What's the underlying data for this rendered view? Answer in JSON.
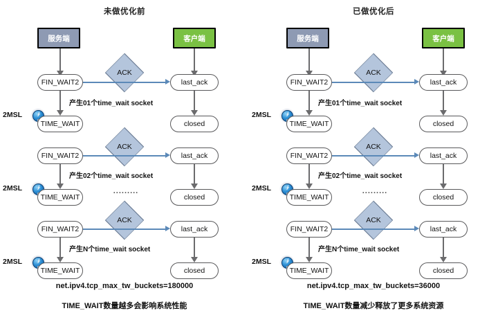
{
  "panels": [
    {
      "id": "before",
      "title": "未做优化前",
      "server_label": "服务端",
      "client_label": "客户端",
      "msl_label": "2MSL",
      "ack_label": "ACK",
      "ellipsis": ".........",
      "fin_wait_label": "FIN_WAIT2",
      "time_wait_label": "TIME_WAIT",
      "last_ack_label": "last_ack",
      "closed_label": "closed",
      "notes": [
        "产生01个time_wait socket",
        "产生02个time_wait socket",
        "产生N个time_wait socket"
      ],
      "sysctl": "net.ipv4.tcp_max_tw_buckets=180000",
      "summary": "TIME_WAIT数量越多会影响系统性能"
    },
    {
      "id": "after",
      "title": "已做优化后",
      "server_label": "服务端",
      "client_label": "客户端",
      "msl_label": "2MSL",
      "ack_label": "ACK",
      "ellipsis": ".........",
      "fin_wait_label": "FIN_WAIT2",
      "time_wait_label": "TIME_WAIT",
      "last_ack_label": "last_ack",
      "closed_label": "closed",
      "notes": [
        "产生01个time_wait socket",
        "产生02个time_wait socket",
        "产生N个time_wait socket"
      ],
      "sysctl": "net.ipv4.tcp_max_tw_buckets=36000",
      "summary": "TIME_WAIT数量减少释放了更多系统资源"
    }
  ],
  "colors": {
    "server_box": "#8e9ab3",
    "client_box": "#7ac143",
    "ack_diamond": "#b4c5dc",
    "ack_arrow": "#5b89b8",
    "node_border": "#58585a",
    "connector": "#6b6b6d",
    "background": "#ffffff"
  }
}
